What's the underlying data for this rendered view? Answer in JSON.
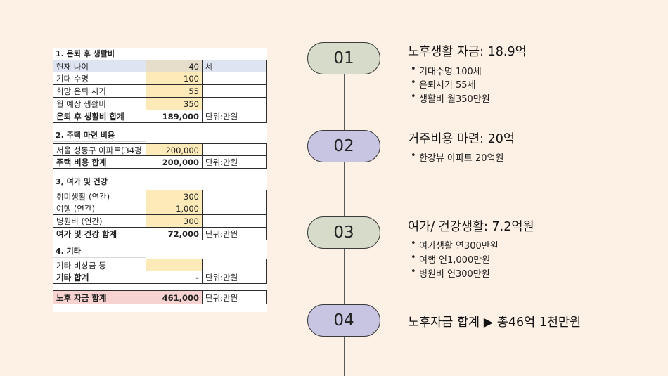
{
  "sheet": {
    "s1_title": "1. 은퇴 후 생활비",
    "r1": [
      "현재 나이",
      "40",
      "세"
    ],
    "r2": [
      "기대 수명",
      "100",
      ""
    ],
    "r3": [
      "희망 은퇴 시기",
      "55",
      ""
    ],
    "r4": [
      "월 예상 생활비",
      "350",
      ""
    ],
    "r5": [
      "은퇴 후 생활비 합계",
      "189,000",
      "단위:만원"
    ],
    "s2_title": "2. 주택 마련 비용",
    "r6": [
      "서울 성동구 아파트(34평",
      "200,000",
      ""
    ],
    "r7": [
      "주택 비용 합계",
      "200,000",
      "단위:만원"
    ],
    "s3_title": "3, 여가 및 건강",
    "r8": [
      "취미생활 (연간)",
      "300",
      ""
    ],
    "r9": [
      "여행 (연간)",
      "1,000",
      ""
    ],
    "r10": [
      "병원비 (연간)",
      "300",
      ""
    ],
    "r11": [
      "여가 및 건강 합계",
      "72,000",
      "단위:만원"
    ],
    "s4_title": "4. 기타",
    "r12": [
      "기타 비상금 등",
      "",
      ""
    ],
    "r13": [
      "기타 합계",
      "-",
      "단위:만원"
    ],
    "r14": [
      "노후 자금 합계",
      "461,000",
      "단위:만원"
    ]
  },
  "timeline": [
    {
      "num": "01",
      "heading": "노후생활 자금: 18.9억",
      "bullets": [
        "기대수명 100세",
        "은퇴시기 55세",
        "생활비 월350만원"
      ]
    },
    {
      "num": "02",
      "heading": "거주비용 마련: 20억",
      "bullets": [
        "한강뷰 아파트 20억원"
      ]
    },
    {
      "num": "03",
      "heading": "여가/ 건강생활: 7.2억원",
      "bullets": [
        "여가생활 연300만원",
        "여행 연1,000만원",
        "병원비 연300만원"
      ]
    },
    {
      "num": "04",
      "heading": "노후자금 합계 ▶ 총46억 1천만원",
      "bullets": []
    }
  ],
  "colors": {
    "background": "#fdf1e6",
    "pill_green": "#d6dcc9",
    "pill_purple": "#c8c5e2",
    "input_yellow": "#fcebb9",
    "total_pink": "#f6d2d0"
  }
}
